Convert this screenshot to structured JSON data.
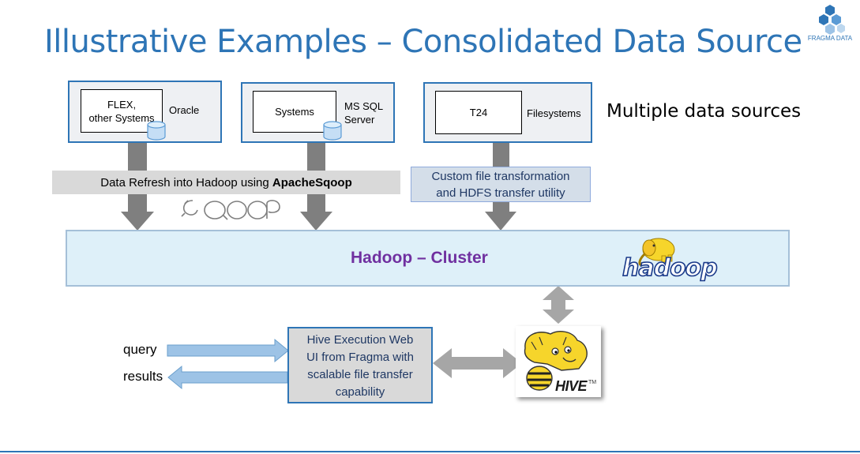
{
  "title": "Illustrative Examples – Consolidated Data Source",
  "logo": {
    "text": "FRAGMA DATA"
  },
  "sources": [
    {
      "inner_label": "FLEX,\nother Systems",
      "side_label": "Oracle"
    },
    {
      "inner_label": "Systems",
      "side_label": "MS SQL\nServer"
    },
    {
      "inner_label": "T24",
      "side_label": "Filesystems"
    }
  ],
  "multiple_sources_label": "Multiple data sources",
  "sqoop_band": {
    "prefix": "Data Refresh into Hadoop using ",
    "bold": "ApacheSqoop"
  },
  "sqoop_logo_text": "sqoop",
  "custom_utility": "Custom file transformation\nand HDFS transfer utility",
  "cluster_label": "Hadoop – Cluster",
  "hadoop_logo_text": "hadoop",
  "hive_ui": "Hive Execution Web\nUI from Fragma with\nscalable file transfer\ncapability",
  "io": {
    "query": "query",
    "results": "results"
  },
  "hive_logo_text": "HIVE",
  "hive_tm": "TM",
  "colors": {
    "title": "#2e75b6",
    "arrow": "#7f7f7f",
    "cluster_fill": "#def0f9",
    "cluster_text": "#7030a0",
    "io_arrow": "#9dc3e6",
    "hive_yellow": "#f6d52b"
  }
}
